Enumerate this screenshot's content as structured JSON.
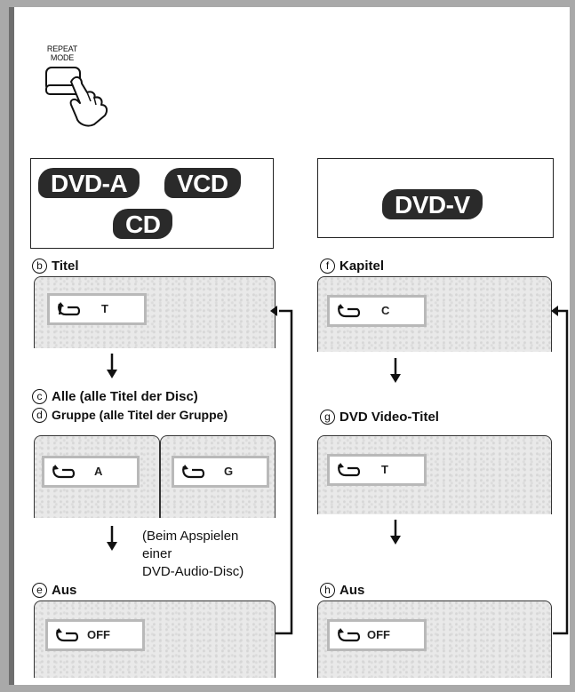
{
  "button": {
    "label_line1": "REPEAT",
    "label_line2": "MODE"
  },
  "left": {
    "badges": [
      "DVD-A",
      "VCD",
      "CD"
    ],
    "b": {
      "marker": "b",
      "label": "Titel",
      "osd": "T"
    },
    "c": {
      "marker": "c",
      "label": "Alle (alle Titel der Disc)",
      "osd": "A"
    },
    "d": {
      "marker": "d",
      "label": "Gruppe (alle Titel der Gruppe)",
      "osd": "G"
    },
    "note": [
      "(Beim Apspielen",
      "einer",
      "DVD-Audio-Disc)"
    ],
    "e": {
      "marker": "e",
      "label": "Aus",
      "osd": "OFF"
    }
  },
  "right": {
    "badges": [
      "DVD-V"
    ],
    "f": {
      "marker": "f",
      "label": "Kapitel",
      "osd": "C"
    },
    "g": {
      "marker": "g",
      "label": "DVD Video-Titel",
      "osd": "T"
    },
    "h": {
      "marker": "h",
      "label": "Aus",
      "osd": "OFF"
    }
  }
}
